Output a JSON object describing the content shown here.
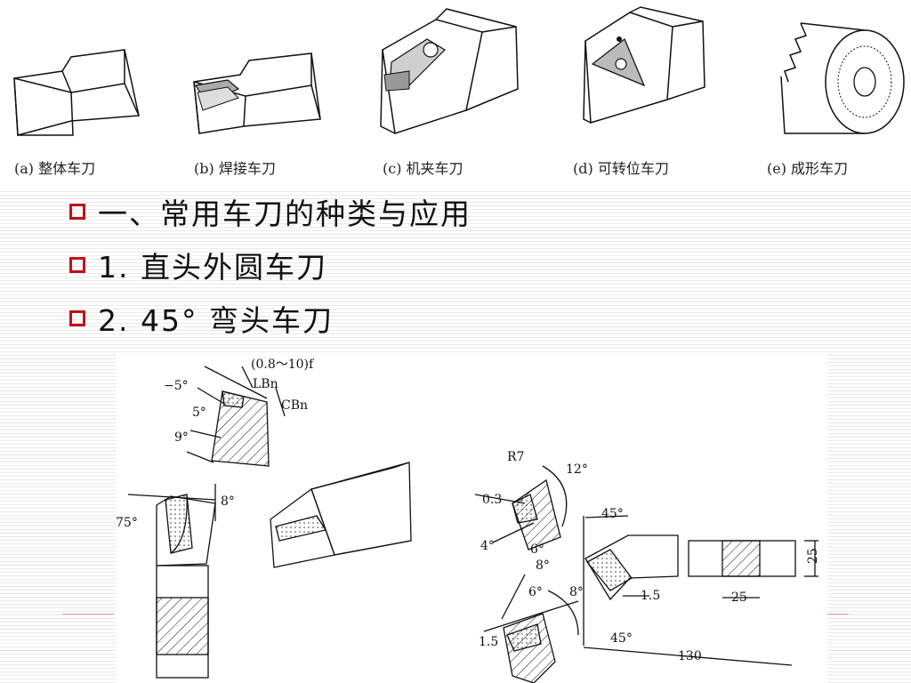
{
  "slide": {
    "top_figure": {
      "tools": [
        {
          "id": "a",
          "caption": "(a) 整体车刀"
        },
        {
          "id": "b",
          "caption": "(b) 焊接车刀"
        },
        {
          "id": "c",
          "caption": "(c) 机夹车刀"
        },
        {
          "id": "d",
          "caption": "(d) 可转位车刀"
        },
        {
          "id": "e",
          "caption": "(e) 成形车刀"
        }
      ]
    },
    "bullets": [
      {
        "text": "一、常用车刀的种类与应用"
      },
      {
        "text": "1. 直头外圆车刀"
      },
      {
        "text": "2. 45° 弯头车刀"
      }
    ],
    "bottom_figure": {
      "labels": {
        "feed": "(0.8～10)f",
        "lbn": "LBn",
        "cbn": "CBn",
        "neg5": "−5°",
        "a5": "5°",
        "a9": "9°",
        "a75": "75°",
        "a8_left": "8°",
        "r7": "R7",
        "d03": "0.3",
        "a12": "12°",
        "a4": "4°",
        "a6_top": "6°",
        "a8_top": "8°",
        "a45_top": "45°",
        "a6_bot": "6°",
        "a8_bot": "8°",
        "d15_mid": "1.5",
        "d15_bot": "1.5",
        "a45_bot": "45°",
        "d130": "130",
        "d25_w": "25",
        "d25_h": "25"
      }
    }
  }
}
